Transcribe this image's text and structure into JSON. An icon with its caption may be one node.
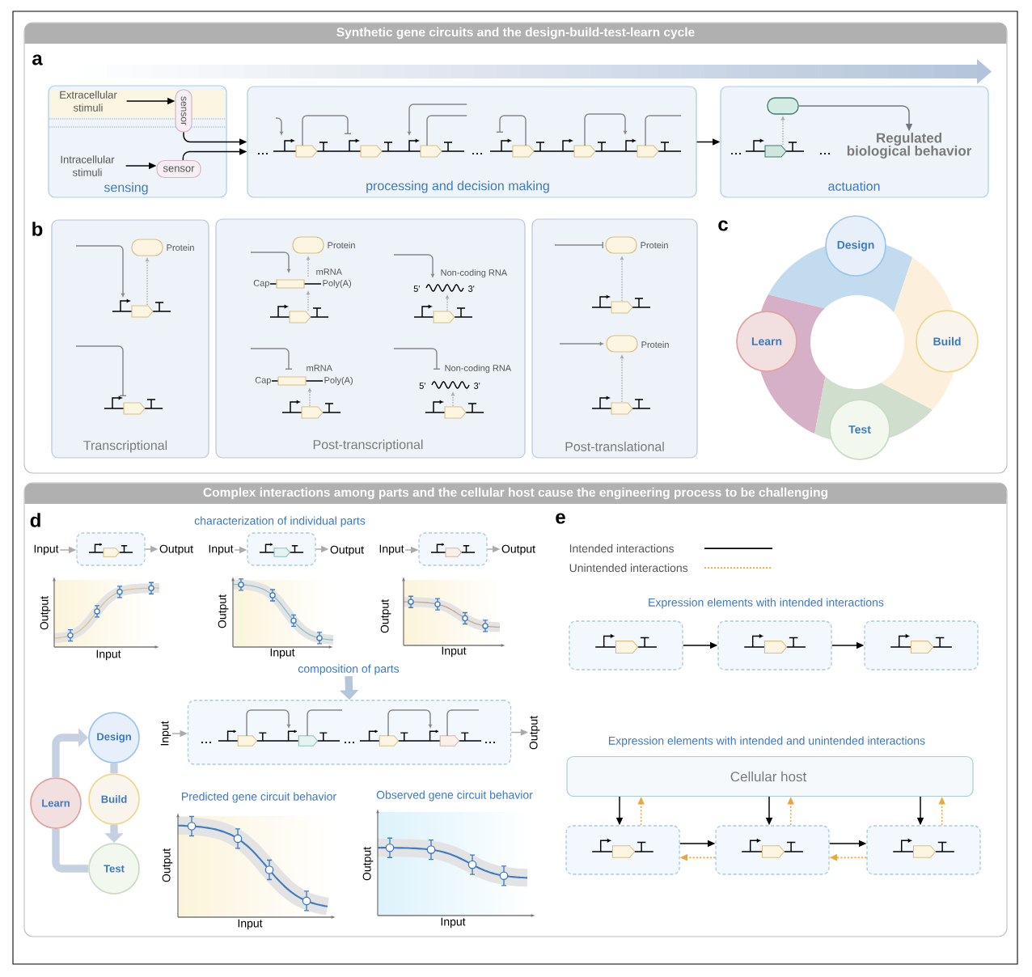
{
  "diagram": {
    "nodes": [
      {
        "text": [
          "Synthetic gene circuits and the design-build-test-learn cycle"
        ]
      },
      {
        "text": [
          "sensing"
        ],
        "in": 0
      },
      {
        "text": [
          "Extracellular stimuli"
        ],
        "in": 1
      },
      {
        "text": [
          "sensor"
        ],
        "in": 1
      },
      {
        "text": [
          "Intracellular stimuli"
        ],
        "in": 1
      },
      {
        "text": [
          "sensor"
        ],
        "in": 1
      },
      {
        "text": [
          "processing and decision making"
        ],
        "in": 0
      },
      {
        "text": [
          "actuation"
        ],
        "in": 0
      },
      {
        "text": [],
        "shape": "pill",
        "in": 7
      },
      {
        "text": [
          "Regulated biological behavior"
        ],
        "in": 7
      },
      {
        "text": [
          "Transcriptional"
        ],
        "in": 0
      },
      {
        "text": [
          "Post-transcriptional"
        ],
        "in": 0
      },
      {
        "text": [
          "Post-translational"
        ],
        "in": 0
      },
      {
        "text": [
          "Design"
        ],
        "in": 0
      },
      {
        "text": [
          "Build"
        ],
        "in": 0
      },
      {
        "text": [
          "Test"
        ],
        "in": 0
      },
      {
        "text": [
          "Learn"
        ],
        "in": 0
      },
      {
        "text": [
          "Complex interactions among parts and the cellular host cause the engineering process to be challenging"
        ]
      },
      {
        "text": [
          "Input"
        ],
        "in": 17
      },
      {
        "text": [],
        "shape": "box",
        "in": 17
      },
      {
        "text": [
          "Output"
        ],
        "in": 17
      },
      {
        "text": [
          "Input"
        ],
        "in": 17
      },
      {
        "text": [],
        "shape": "box",
        "in": 17
      },
      {
        "text": [
          "Output"
        ],
        "in": 17
      },
      {
        "text": [
          "Input"
        ],
        "in": 17
      },
      {
        "text": [],
        "shape": "box",
        "in": 17
      },
      {
        "text": [
          "Output"
        ],
        "in": 17
      },
      {
        "text": [
          "Input"
        ],
        "in": 17
      },
      {
        "text": [],
        "shape": "box",
        "in": 17
      },
      {
        "text": [
          "Output"
        ],
        "in": 17
      },
      {
        "text": [
          "Design"
        ],
        "in": 17
      },
      {
        "text": [
          "Build"
        ],
        "in": 17
      },
      {
        "text": [
          "Test"
        ],
        "in": 17
      },
      {
        "text": [
          "Learn"
        ],
        "in": 17
      },
      {
        "text": [],
        "shape": "box",
        "in": 17
      },
      {
        "text": [],
        "shape": "box",
        "in": 17
      },
      {
        "text": [],
        "shape": "box",
        "in": 17
      },
      {
        "text": [
          "Cellular host"
        ],
        "in": 17
      },
      {
        "text": [],
        "shape": "box",
        "in": 17
      },
      {
        "text": [],
        "shape": "box",
        "in": 17
      },
      {
        "text": [],
        "shape": "box",
        "in": 17
      },
      {
        "text": [
          "composition of parts"
        ],
        "in": 17
      }
    ],
    "edges": [
      {
        "from": 2,
        "to": 3,
        "arrow": "to"
      },
      {
        "from": 4,
        "to": 5,
        "arrow": "to"
      },
      {
        "from": 3,
        "to": 6,
        "arrow": "to"
      },
      {
        "from": 5,
        "to": 6,
        "arrow": "to"
      },
      {
        "from": 6,
        "to": 7,
        "arrow": "to"
      },
      {
        "from": 8,
        "to": 9,
        "arrow": "to",
        "color": "#777777"
      },
      {
        "from": 18,
        "to": 19,
        "arrow": "to",
        "color": "#aaaaaa"
      },
      {
        "from": 19,
        "to": 20,
        "arrow": "to",
        "color": "#aaaaaa"
      },
      {
        "from": 21,
        "to": 22,
        "arrow": "to",
        "color": "#aaaaaa"
      },
      {
        "from": 22,
        "to": 23,
        "arrow": "to",
        "color": "#aaaaaa"
      },
      {
        "from": 24,
        "to": 25,
        "arrow": "to",
        "color": "#aaaaaa"
      },
      {
        "from": 25,
        "to": 26,
        "arrow": "to",
        "color": "#aaaaaa"
      },
      {
        "from": 41,
        "to": 28,
        "arrow": "to",
        "style": "thick",
        "color": "#b4c6dc"
      },
      {
        "from": 27,
        "to": 28,
        "arrow": "to",
        "color": "#aaaaaa"
      },
      {
        "from": 28,
        "to": 29,
        "arrow": "to",
        "color": "#aaaaaa"
      },
      {
        "from": 30,
        "to": 31,
        "arrow": "none",
        "style": "thick",
        "color": "#c5d0e2"
      },
      {
        "from": 31,
        "to": 32,
        "arrow": "to",
        "style": "thick",
        "color": "#c5d0e2"
      },
      {
        "from": 32,
        "to": 33,
        "arrow": "none",
        "style": "thick",
        "color": "#c5d0e2"
      },
      {
        "from": 33,
        "to": 30,
        "arrow": "to",
        "style": "thick",
        "color": "#c5d0e2"
      },
      {
        "from": 34,
        "to": 35,
        "arrow": "to"
      },
      {
        "from": 35,
        "to": 36,
        "arrow": "to"
      },
      {
        "from": 37,
        "to": 38,
        "arrow": "to"
      },
      {
        "from": 38,
        "to": 37,
        "arrow": "to",
        "style": "dashed",
        "color": "#eaa73c"
      },
      {
        "from": 37,
        "to": 39,
        "arrow": "to"
      },
      {
        "from": 39,
        "to": 37,
        "arrow": "to",
        "style": "dashed",
        "color": "#eaa73c"
      },
      {
        "from": 37,
        "to": 40,
        "arrow": "to"
      },
      {
        "from": 40,
        "to": 37,
        "arrow": "to",
        "style": "dashed",
        "color": "#eaa73c"
      },
      {
        "from": 38,
        "to": 39,
        "arrow": "to"
      },
      {
        "from": 39,
        "to": 38,
        "arrow": "to",
        "style": "dashed",
        "color": "#eaa73c"
      },
      {
        "from": 39,
        "to": 40,
        "arrow": "to"
      },
      {
        "from": 40,
        "to": 39,
        "arrow": "to",
        "style": "dashed",
        "color": "#eaa73c"
      }
    ],
    "labels": [
      "a",
      "b",
      "c",
      "Protein",
      "Protein",
      "mRNA",
      "Cap",
      "Poly(A)",
      "Non-coding RNA",
      "5'",
      "3'",
      "mRNA",
      "Cap",
      "Poly(A)",
      "Non-coding RNA",
      "5'",
      "3'",
      "Protein",
      "Protein",
      "d",
      "characterization of individual parts",
      "Output",
      "Input",
      "Output",
      "Input",
      "Output",
      "Input",
      "Predicted gene circuit behavior",
      "Observed gene circuit behavior",
      "Output",
      "Input",
      "Output",
      "Input",
      "e",
      "Expression elements with intended interactions",
      "Expression elements with intended and unintended interactions"
    ],
    "legend": [
      {
        "text": "Intended interactions"
      },
      {
        "text": "Unintended interactions"
      }
    ]
  }
}
